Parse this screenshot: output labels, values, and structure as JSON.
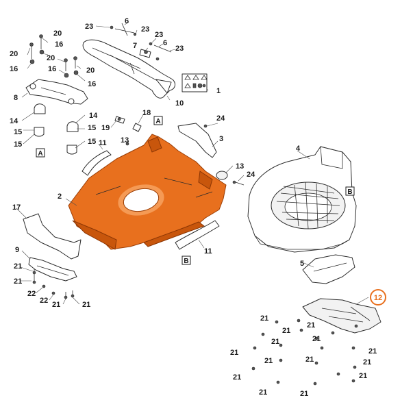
{
  "labels": {
    "l23a": "23",
    "l6a": "6",
    "l23b": "23",
    "l23c": "23",
    "l7": "7",
    "l6b": "6",
    "l23d": "23",
    "l20a": "20",
    "l16a": "16",
    "l20b": "20",
    "l16b": "16",
    "l20c": "20",
    "l16c": "16",
    "l20d": "20",
    "l16d": "16",
    "l1": "1",
    "l10": "10",
    "l8": "8",
    "l14a": "14",
    "l15a": "15",
    "l14b": "14",
    "l15b": "15",
    "l15c": "15",
    "l15d": "15",
    "l19": "19",
    "l18": "18",
    "l13a": "13",
    "l11a": "11",
    "l24a": "24",
    "l3": "3",
    "l2": "2",
    "l13b": "13",
    "l24b": "24",
    "l4": "4",
    "l17": "17",
    "l11b": "11",
    "l9": "9",
    "l21a": "21",
    "l21b": "21",
    "l22a": "22",
    "l22b": "22",
    "l21c": "21",
    "l21d": "21",
    "l5": "5",
    "l12": "12",
    "l21e": "21",
    "l21f": "21",
    "l21g": "21",
    "l21h": "21",
    "l21i": "21",
    "l21j": "21",
    "l21k": "21",
    "l21l": "21",
    "l21m": "21",
    "l21n": "21",
    "l21o": "21",
    "l21p": "21",
    "l21q": "21",
    "l21r": "21"
  },
  "tags": {
    "tagA1": "A",
    "tagA2": "A",
    "tagB1": "B",
    "tagB2": "B"
  },
  "colors": {
    "highlight": "#e8701e",
    "line": "#2b2b2b"
  },
  "highlighted_parts": [
    "2",
    "12"
  ]
}
